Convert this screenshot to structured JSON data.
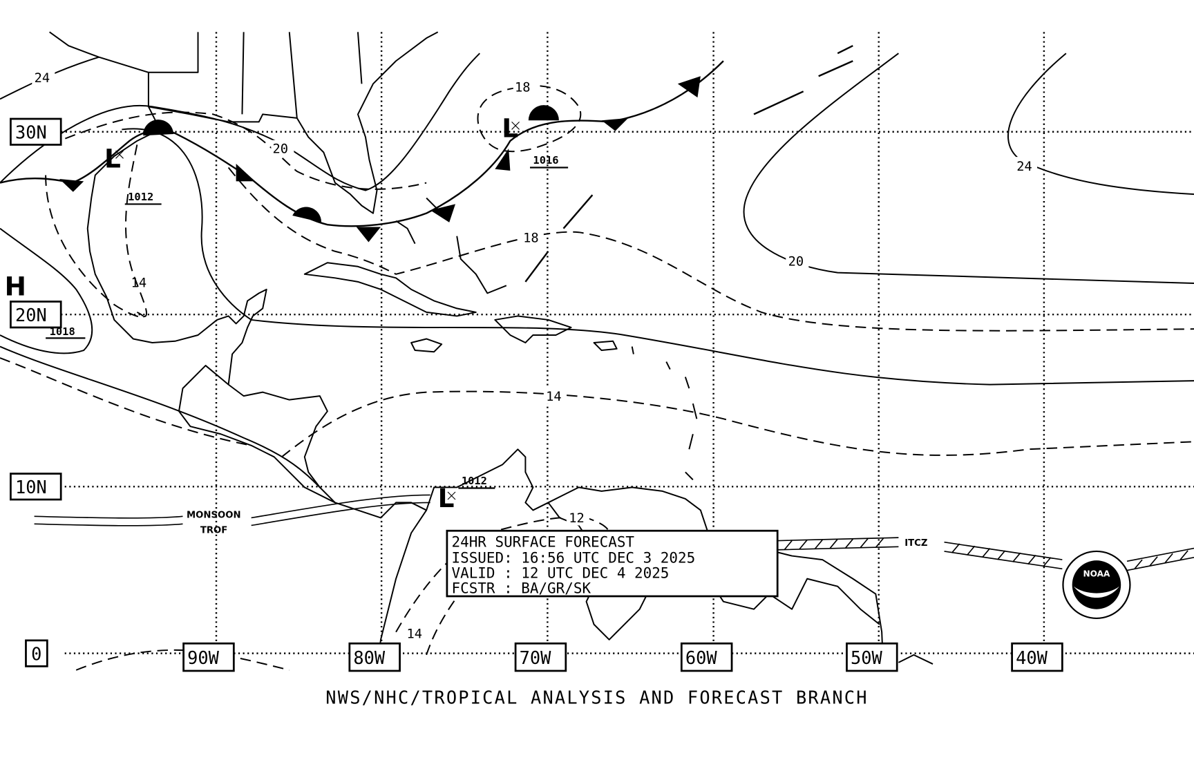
{
  "map": {
    "lat_labels": [
      "30N",
      "20N",
      "10N",
      "0"
    ],
    "lon_labels": [
      "90W",
      "80W",
      "70W",
      "60W",
      "50W",
      "40W"
    ],
    "isobar_labels": [
      "24",
      "20",
      "18",
      "14",
      "18",
      "14",
      "12",
      "20",
      "24",
      "14"
    ],
    "pressure_centers": [
      {
        "symbol": "L",
        "value": "1012"
      },
      {
        "symbol": "L",
        "value": "1016"
      },
      {
        "symbol": "H",
        "value": "1018"
      },
      {
        "symbol": "L",
        "value": "1012"
      }
    ],
    "features": {
      "monsoon": [
        "MONSOON",
        "TROF"
      ],
      "itcz": "ITCZ"
    },
    "logo_text": "NOAA"
  },
  "info_box": {
    "line1": "24HR SURFACE FORECAST",
    "line2": "ISSUED: 16:56 UTC DEC 3 2025",
    "line3": "VALID : 12 UTC DEC 4 2025",
    "line4": "FCSTR : BA/GR/SK"
  },
  "footer": "NWS/NHC/TROPICAL ANALYSIS AND FORECAST BRANCH"
}
